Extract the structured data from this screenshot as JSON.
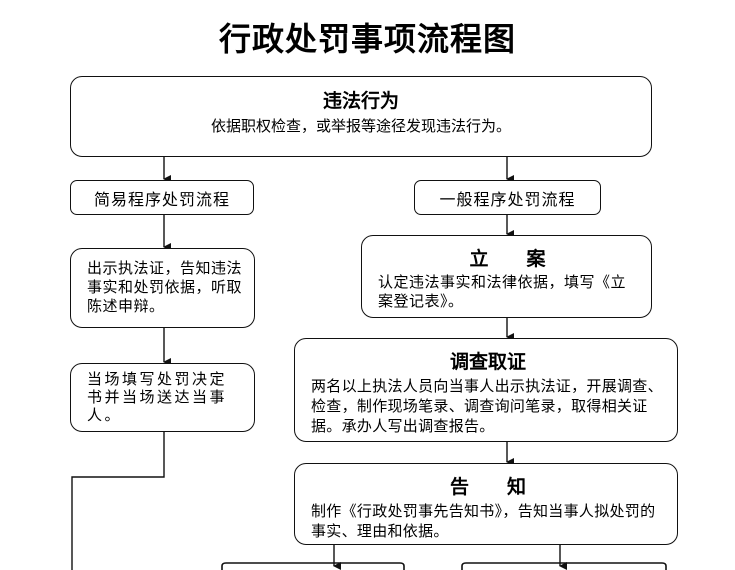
{
  "title": "行政处罚事项流程图",
  "nodes": {
    "violation": {
      "head": "违法行为",
      "body": "依据职权检查，或举报等途径发现违法行为。"
    },
    "simple_flow": {
      "label": "简易程序处罚流程"
    },
    "general_flow": {
      "label": "一般程序处罚流程"
    },
    "show_cert": {
      "body": "出示执法证，告知违法事实和处罚依据，听取陈述申辩。"
    },
    "decision_onsite": {
      "body": "当场填写处罚决定书并当场送达当事人。"
    },
    "register": {
      "head": "立　　案",
      "body": "认定违法事实和法律依据，填写《立案登记表》。"
    },
    "investigate": {
      "head": "调查取证",
      "body": "两名以上执法人员向当事人出示执法证，开展调查、检查，制作现场笔录、调查询问笔录，取得相关证据。承办人写出调查报告。"
    },
    "notify": {
      "head": "告　　知",
      "body": "制作《行政处罚事先告知书》，告知当事人拟处罚的事实、理由和依据。"
    }
  }
}
